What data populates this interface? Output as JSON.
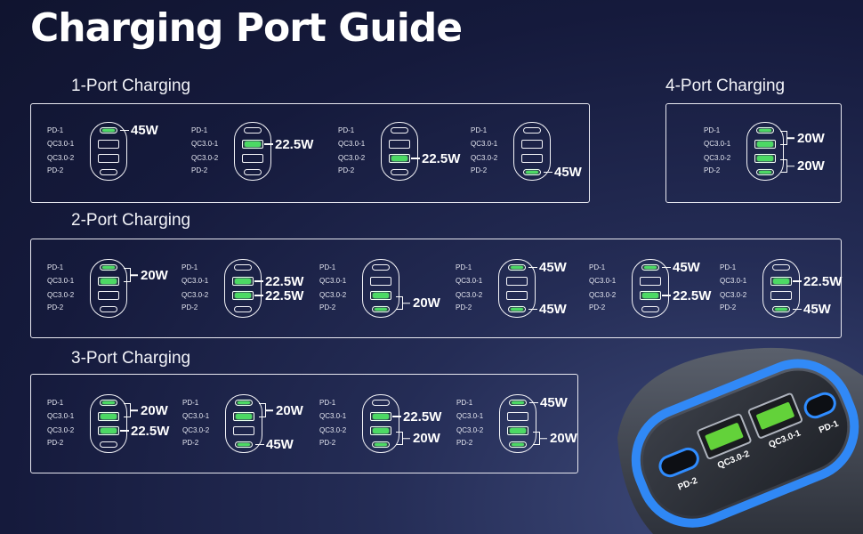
{
  "title": "Charging Port Guide",
  "port_labels": [
    "PD-1",
    "QC3.0-1",
    "QC3.0-2",
    "PD-2"
  ],
  "sections": {
    "one_port": "1-Port Charging",
    "four_port": "4-Port Charging",
    "two_port": "2-Port Charging",
    "three_port": "3-Port Charging"
  },
  "outputs": {
    "w45": "45W",
    "w22": "22.5W",
    "w20": "20W"
  },
  "product": {
    "port_labels": [
      "PD-1",
      "QC3.0-1",
      "QC3.0-2",
      "PD-2"
    ],
    "colors": {
      "ring": "#2f8cff",
      "qc_port": "#63d23a",
      "body": "#4a4f5c"
    }
  },
  "colors": {
    "active_port": "#4cd964",
    "background": "#151a3c"
  }
}
